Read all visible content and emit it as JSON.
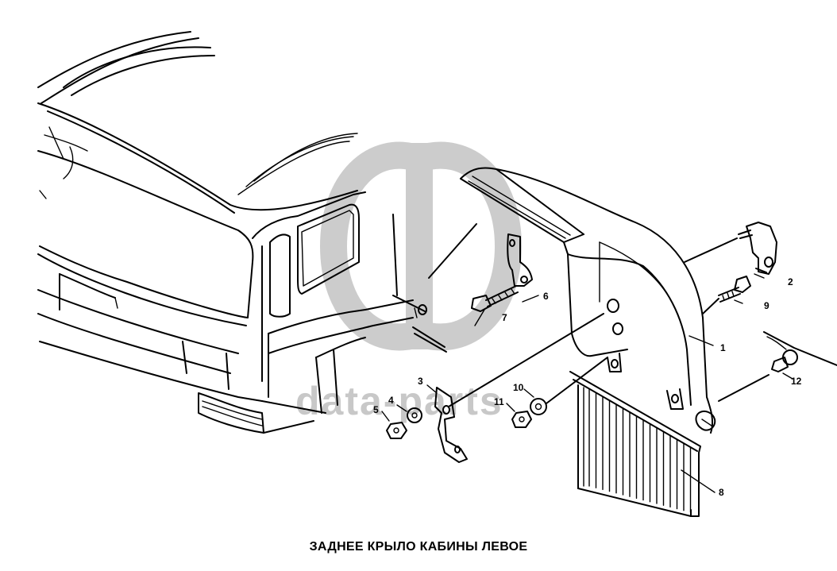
{
  "caption": "ЗАДНЕЕ КРЫЛО КАБИНЫ ЛЕВОЕ",
  "watermark": {
    "text": "data-parts",
    "color": "#c8c8c8"
  },
  "parts": [
    {
      "id": "1"
    },
    {
      "id": "2"
    },
    {
      "id": "3"
    },
    {
      "id": "4"
    },
    {
      "id": "5"
    },
    {
      "id": "6"
    },
    {
      "id": "7"
    },
    {
      "id": "8"
    },
    {
      "id": "9"
    },
    {
      "id": "10"
    },
    {
      "id": "11"
    },
    {
      "id": "12"
    }
  ],
  "colors": {
    "line": "#000000",
    "background": "#ffffff"
  }
}
